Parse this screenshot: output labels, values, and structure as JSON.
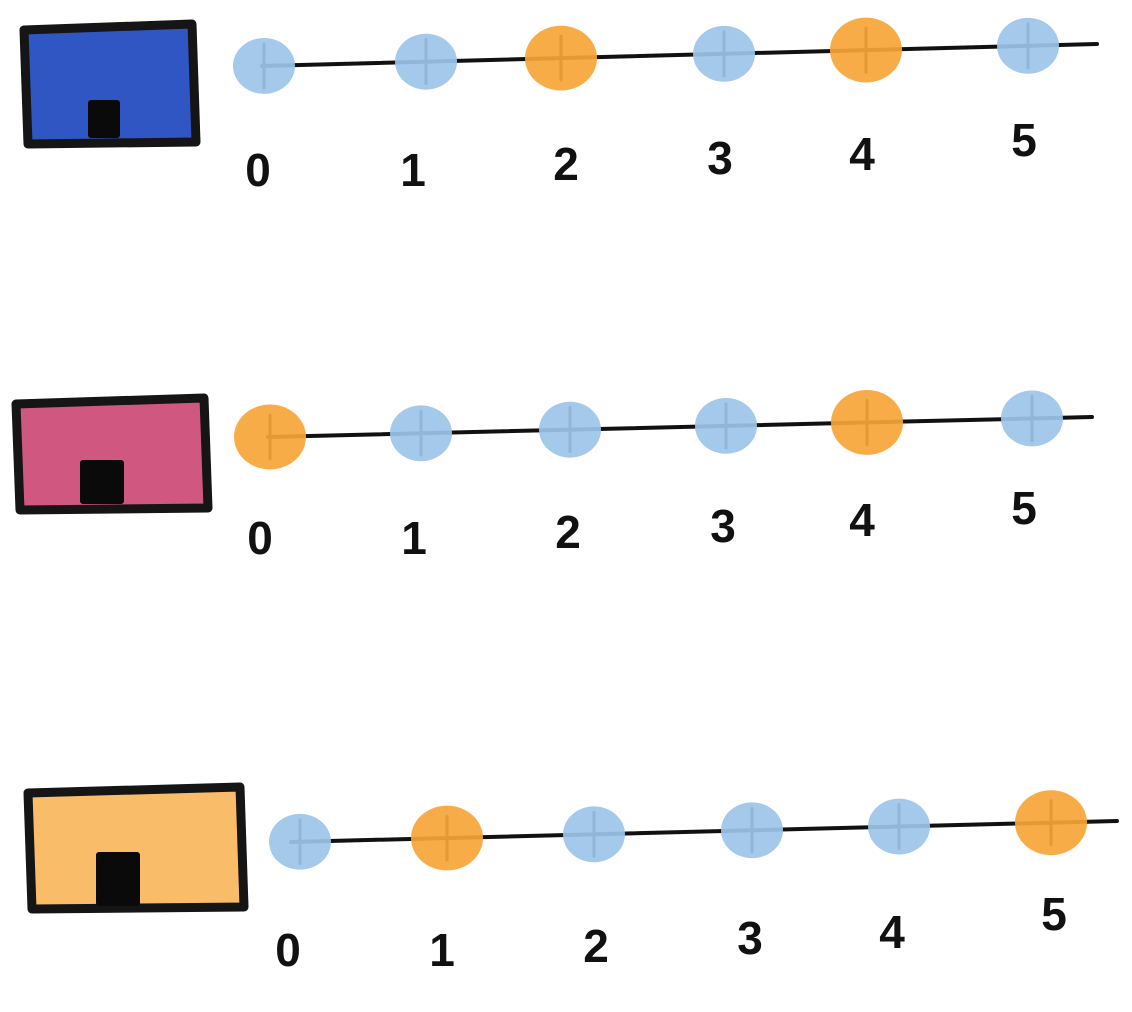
{
  "colors": {
    "line": "#111111",
    "dot_default": "#9cc4e8",
    "dot_highlight": "#f7a538",
    "door": "#0a0a0a",
    "outline": "#151515"
  },
  "rows": [
    {
      "house_color": "#2f56c2",
      "positions": [
        "0",
        "1",
        "2",
        "3",
        "4",
        "5"
      ],
      "highlighted": [
        2,
        4
      ]
    },
    {
      "house_color": "#d05880",
      "positions": [
        "0",
        "1",
        "2",
        "3",
        "4",
        "5"
      ],
      "highlighted": [
        0,
        4
      ]
    },
    {
      "house_color": "#f9bd6a",
      "positions": [
        "0",
        "1",
        "2",
        "3",
        "4",
        "5"
      ],
      "highlighted": [
        1,
        5
      ]
    }
  ]
}
